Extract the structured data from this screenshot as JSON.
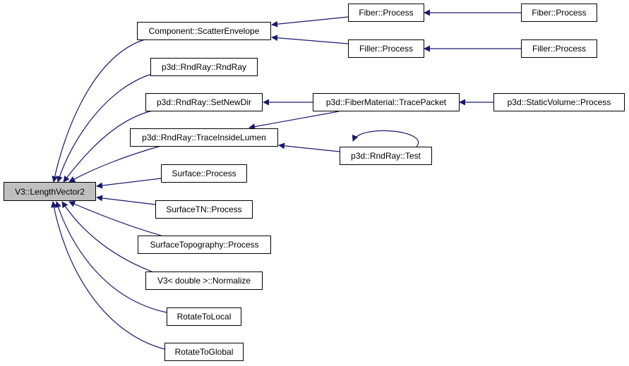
{
  "diagram": {
    "type": "doxygen-caller-graph",
    "edge_color": "#191970",
    "root_fill": "#bfbfbf",
    "nodes": [
      {
        "id": "root",
        "label": "V3::LengthVector2",
        "root": true
      },
      {
        "id": "scatter",
        "label": "Component::ScatterEnvelope"
      },
      {
        "id": "rndray",
        "label": "p3d::RndRay::RndRay"
      },
      {
        "id": "setnewdir",
        "label": "p3d::RndRay::SetNewDir"
      },
      {
        "id": "tracelumen",
        "label": "p3d::RndRay::TraceInsideLumen"
      },
      {
        "id": "surface",
        "label": "Surface::Process"
      },
      {
        "id": "surfacetn",
        "label": "SurfaceTN::Process"
      },
      {
        "id": "surftopo",
        "label": "SurfaceTopography::Process"
      },
      {
        "id": "normalize",
        "label": "V3< double >::Normalize"
      },
      {
        "id": "rotlocal",
        "label": "RotateToLocal"
      },
      {
        "id": "rotglobal",
        "label": "RotateToGlobal"
      },
      {
        "id": "fiber1",
        "label": "Fiber::Process"
      },
      {
        "id": "filler1",
        "label": "Filler::Process"
      },
      {
        "id": "tracepacket",
        "label": "p3d::FiberMaterial::TracePacket"
      },
      {
        "id": "test",
        "label": "p3d::RndRay::Test"
      },
      {
        "id": "fiber2",
        "label": "Fiber::Process"
      },
      {
        "id": "filler2",
        "label": "Filler::Process"
      },
      {
        "id": "staticvol",
        "label": "p3d::StaticVolume::Process"
      }
    ],
    "edges": [
      {
        "from": "scatter",
        "to": "root"
      },
      {
        "from": "rndray",
        "to": "root"
      },
      {
        "from": "setnewdir",
        "to": "root"
      },
      {
        "from": "tracelumen",
        "to": "root"
      },
      {
        "from": "surface",
        "to": "root"
      },
      {
        "from": "surfacetn",
        "to": "root"
      },
      {
        "from": "surftopo",
        "to": "root"
      },
      {
        "from": "normalize",
        "to": "root"
      },
      {
        "from": "rotlocal",
        "to": "root"
      },
      {
        "from": "rotglobal",
        "to": "root"
      },
      {
        "from": "fiber1",
        "to": "scatter"
      },
      {
        "from": "filler1",
        "to": "scatter"
      },
      {
        "from": "tracepacket",
        "to": "setnewdir"
      },
      {
        "from": "tracepacket",
        "to": "tracelumen"
      },
      {
        "from": "test",
        "to": "tracelumen"
      },
      {
        "from": "test",
        "to": "test"
      },
      {
        "from": "fiber2",
        "to": "fiber1"
      },
      {
        "from": "filler2",
        "to": "filler1"
      },
      {
        "from": "staticvol",
        "to": "tracepacket"
      }
    ]
  }
}
